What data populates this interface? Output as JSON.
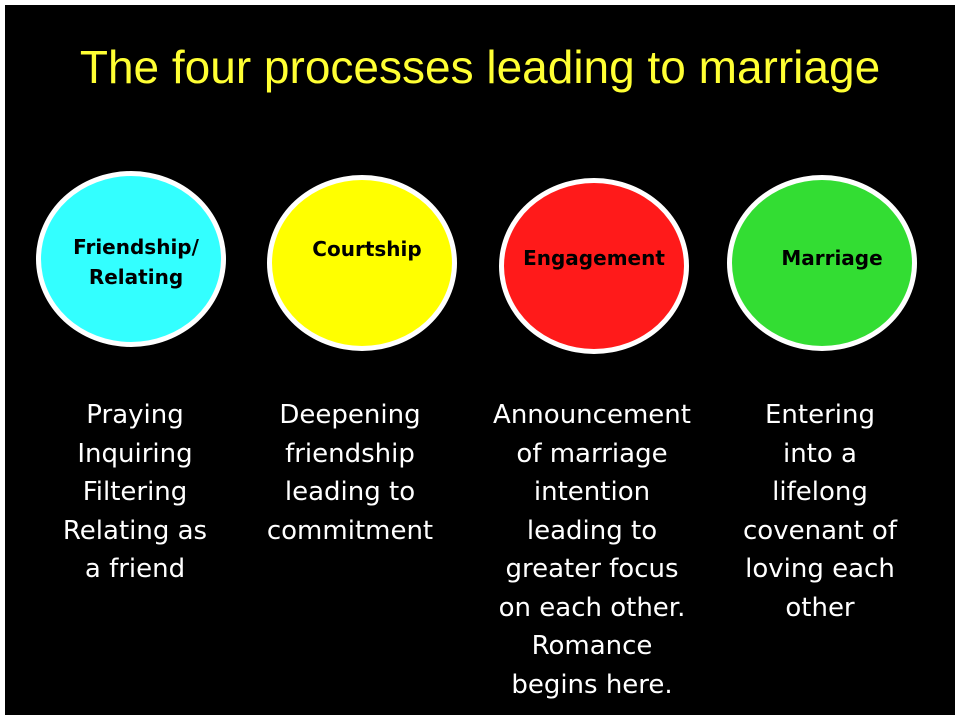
{
  "title": "The four processes leading to marriage",
  "stages": [
    {
      "label": "Friendship/\nRelating",
      "color": "#33ffff",
      "description": " Praying\nInquiring\nFiltering\nRelating as\na friend"
    },
    {
      "label": "Courtship",
      "color": "#ffff00",
      "description": " Deepening\nfriendship\nleading to\ncommitment"
    },
    {
      "label": "Engagement",
      "color": "#ff1a1a",
      "description": "Announcement\nof marriage\nintention\nleading to\ngreater focus\non each other.\nRomance\nbegins here."
    },
    {
      "label": "Marriage",
      "color": "#33dd33",
      "description": "Entering\ninto a\nlifelong\ncovenant of\nloving each\nother"
    }
  ]
}
